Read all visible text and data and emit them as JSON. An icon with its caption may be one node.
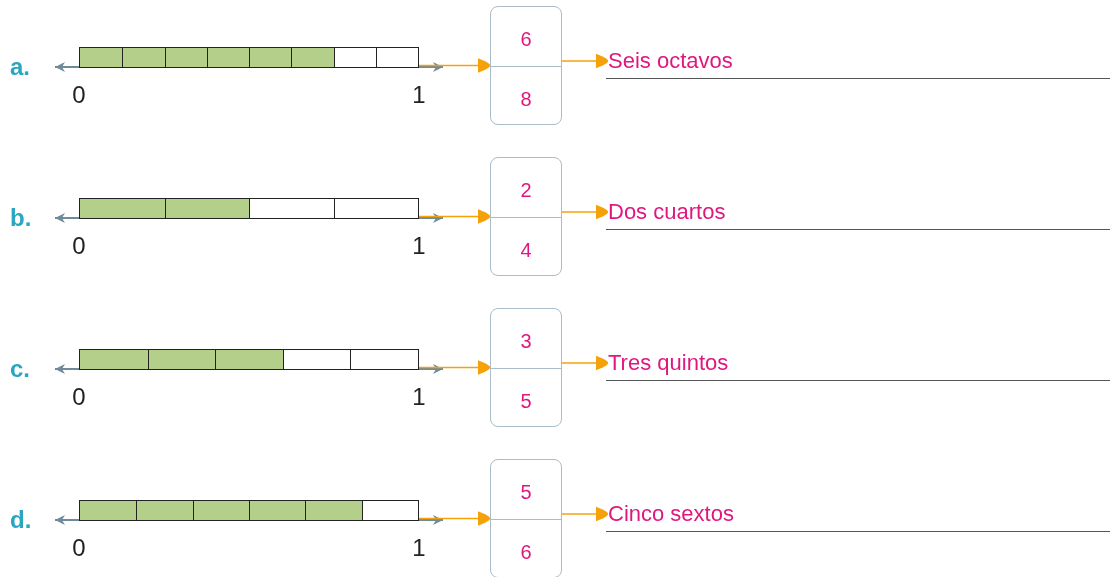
{
  "diagram": {
    "nodes": [
      {
        "text": [],
        "shape": "bar",
        "beside": [
          "0",
          "1"
        ]
      },
      {
        "text": [],
        "shape": "box",
        "in": 0
      },
      {
        "text": [],
        "shape": "box",
        "in": 0
      },
      {
        "text": [],
        "shape": "box",
        "in": 0
      },
      {
        "text": [],
        "shape": "box",
        "in": 0
      },
      {
        "text": [],
        "shape": "box",
        "in": 0
      },
      {
        "text": [],
        "shape": "box",
        "in": 0
      },
      {
        "text": [],
        "shape": "box",
        "in": 0
      },
      {
        "text": [],
        "shape": "box",
        "in": 0
      },
      {
        "text": [
          "6",
          "8"
        ]
      },
      {
        "text": [
          "Seis octavos"
        ]
      },
      {
        "text": [],
        "shape": "bar",
        "beside": [
          "0",
          "1"
        ]
      },
      {
        "text": [],
        "shape": "box",
        "in": 11
      },
      {
        "text": [],
        "shape": "box",
        "in": 11
      },
      {
        "text": [],
        "shape": "box",
        "in": 11
      },
      {
        "text": [],
        "shape": "box",
        "in": 11
      },
      {
        "text": [
          "2",
          "4"
        ]
      },
      {
        "text": [
          "Dos cuartos"
        ]
      },
      {
        "text": [],
        "shape": "bar",
        "beside": [
          "0",
          "1"
        ]
      },
      {
        "text": [],
        "shape": "box",
        "in": 18
      },
      {
        "text": [],
        "shape": "box",
        "in": 18
      },
      {
        "text": [],
        "shape": "box",
        "in": 18
      },
      {
        "text": [],
        "shape": "box",
        "in": 18
      },
      {
        "text": [],
        "shape": "box",
        "in": 18
      },
      {
        "text": [
          "3",
          "5"
        ]
      },
      {
        "text": [
          "Tres quintos"
        ]
      },
      {
        "text": [],
        "shape": "bar",
        "beside": [
          "0",
          "1"
        ]
      },
      {
        "text": [],
        "shape": "box",
        "in": 26
      },
      {
        "text": [],
        "shape": "box",
        "in": 26
      },
      {
        "text": [],
        "shape": "box",
        "in": 26
      },
      {
        "text": [],
        "shape": "box",
        "in": 26
      },
      {
        "text": [],
        "shape": "box",
        "in": 26
      },
      {
        "text": [],
        "shape": "box",
        "in": 26
      },
      {
        "text": [
          "5",
          "6"
        ]
      },
      {
        "text": [
          "Cinco sextos"
        ]
      }
    ],
    "edges": [
      {
        "from": 0,
        "to": 9,
        "arrow": "to"
      },
      {
        "from": 9,
        "to": 10,
        "arrow": "to"
      },
      {
        "from": 11,
        "to": 16,
        "arrow": "to"
      },
      {
        "from": 16,
        "to": 17,
        "arrow": "to"
      },
      {
        "from": 18,
        "to": 24,
        "arrow": "to"
      },
      {
        "from": 24,
        "to": 25,
        "arrow": "to"
      },
      {
        "from": 26,
        "to": 33,
        "arrow": "to"
      },
      {
        "from": 33,
        "to": 34,
        "arrow": "to"
      }
    ],
    "labels": [
      "a.",
      "b.",
      "c.",
      "d."
    ]
  }
}
